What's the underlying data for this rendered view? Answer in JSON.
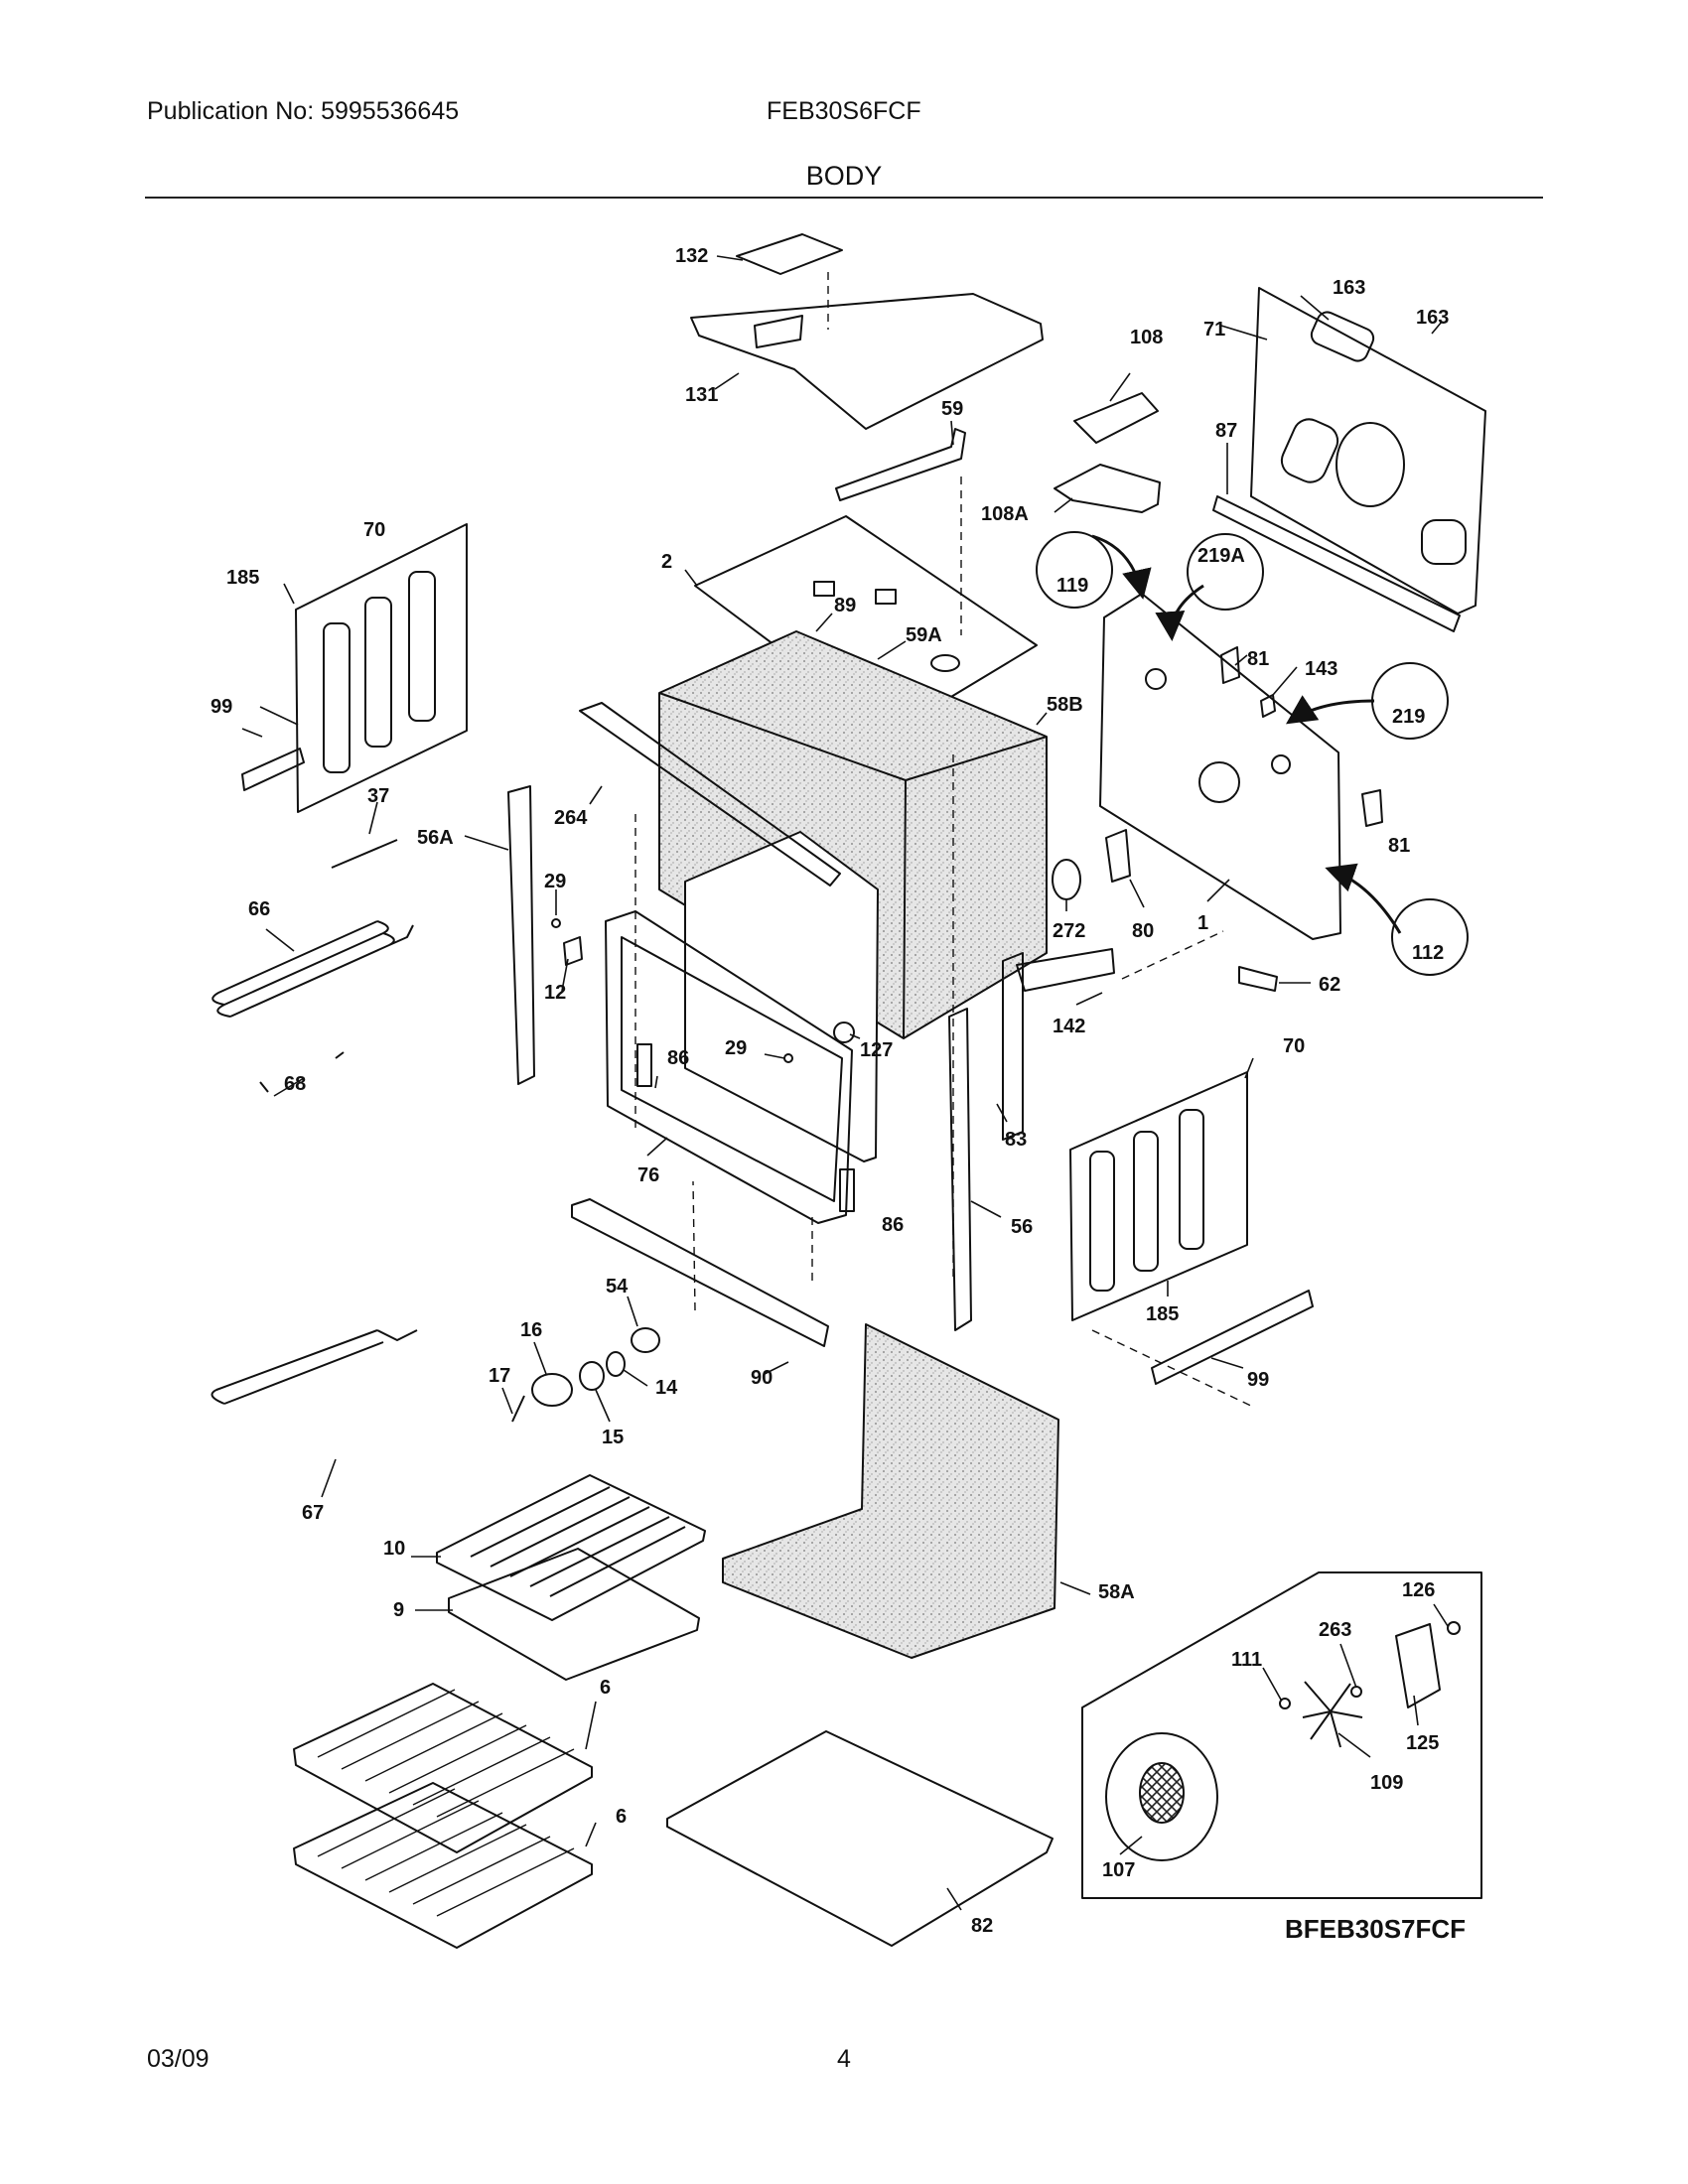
{
  "header": {
    "publication": "Publication No: 5995536645",
    "model": "FEB30S6FCF",
    "section": "BODY"
  },
  "footer": {
    "date": "03/09",
    "page": "4"
  },
  "diagram": {
    "reference": "BFEB30S7FCF",
    "callouts": {
      "c132": "132",
      "c131": "131",
      "c59": "59",
      "c108": "108",
      "c108A": "108A",
      "c163a": "163",
      "c163b": "163",
      "c71": "71",
      "c87": "87",
      "c119": "119",
      "c219A": "219A",
      "c219": "219",
      "c81a": "81",
      "c81b": "81",
      "c143": "143",
      "c2": "2",
      "c89": "89",
      "c59A": "59A",
      "c58B": "58B",
      "c70a": "70",
      "c185a": "185",
      "c99a": "99",
      "c37": "37",
      "c56A": "56A",
      "c264": "264",
      "c29a": "29",
      "c12": "12",
      "c66": "66",
      "c68": "68",
      "c29b": "29",
      "c127": "127",
      "c86a": "86",
      "c86b": "86",
      "c76": "76",
      "c272": "272",
      "c80": "80",
      "c1": "1",
      "c112": "112",
      "c62": "62",
      "c142": "142",
      "c83": "83",
      "c56": "56",
      "c70b": "70",
      "c185b": "185",
      "c99b": "99",
      "c54": "54",
      "c16": "16",
      "c17": "17",
      "c14": "14",
      "c15": "15",
      "c90": "90",
      "c67": "67",
      "c10": "10",
      "c9": "9",
      "c58A": "58A",
      "c6a": "6",
      "c6b": "6",
      "c82": "82",
      "c126": "126",
      "c263": "263",
      "c111": "111",
      "c125": "125",
      "c109": "109",
      "c107": "107"
    }
  }
}
